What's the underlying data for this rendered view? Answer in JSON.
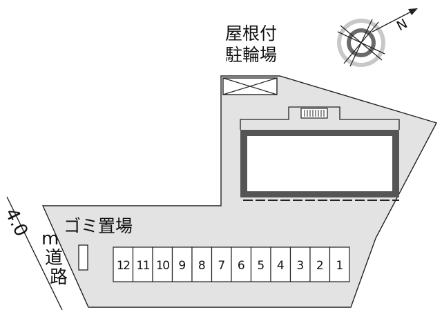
{
  "compass": {
    "north_label": "N",
    "icon": "compass-rose-icon"
  },
  "labels": {
    "bike_parking_line1": "屋根付",
    "bike_parking_line2": "駐輪場",
    "garbage": "ゴミ置場",
    "road_width": "4.0",
    "road_unit_m": "m",
    "road_char1": "道",
    "road_char2": "路"
  },
  "parking": {
    "slots": [
      "12",
      "11",
      "10",
      "9",
      "8",
      "7",
      "6",
      "5",
      "4",
      "3",
      "2",
      "1"
    ]
  },
  "colors": {
    "lot_fill": "#e3e3e3",
    "building_frame": "#555555",
    "line": "#222222"
  }
}
